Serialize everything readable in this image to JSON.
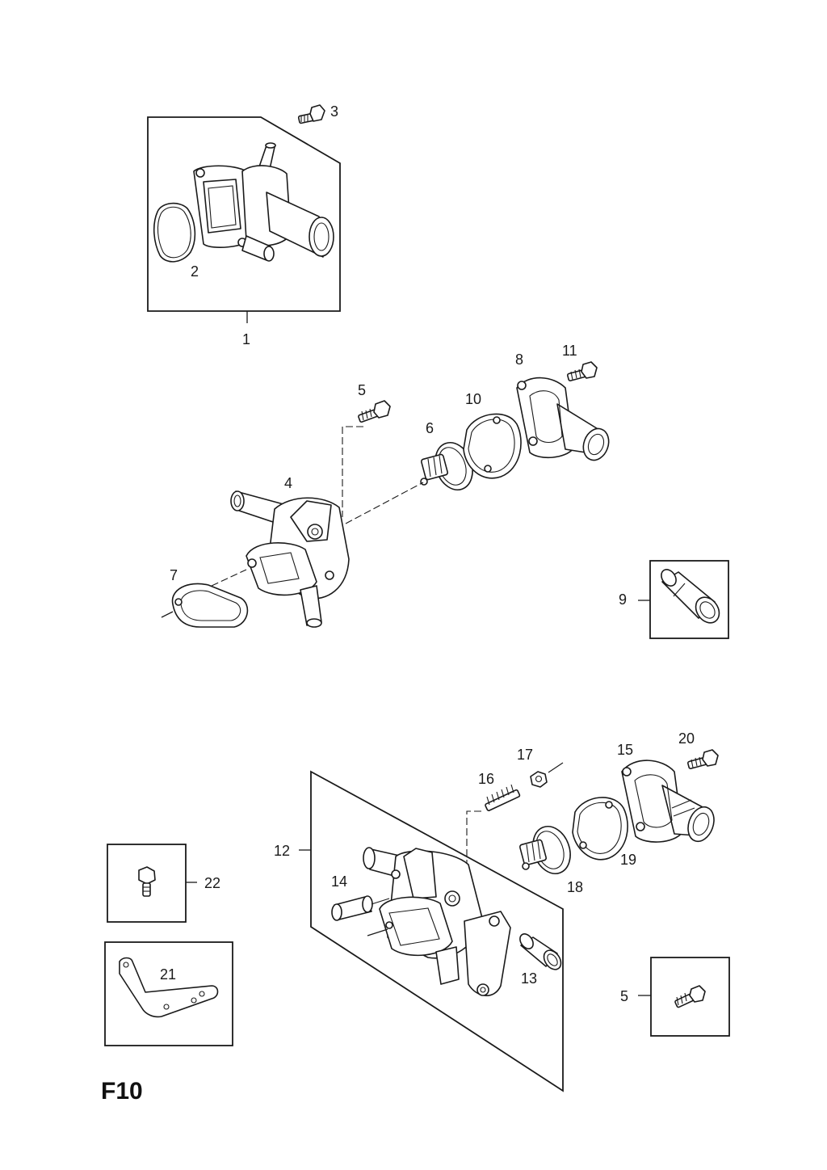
{
  "page_code": "F10",
  "callouts": {
    "c1": "1",
    "c2": "2",
    "c3": "3",
    "c4": "4",
    "c5a": "5",
    "c5b": "5",
    "c6": "6",
    "c7": "7",
    "c8": "8",
    "c9": "9",
    "c10": "10",
    "c11": "11",
    "c12": "12",
    "c13": "13",
    "c14": "14",
    "c15": "15",
    "c16": "16",
    "c17": "17",
    "c18": "18",
    "c19": "19",
    "c20": "20",
    "c21": "21",
    "c22": "22"
  }
}
